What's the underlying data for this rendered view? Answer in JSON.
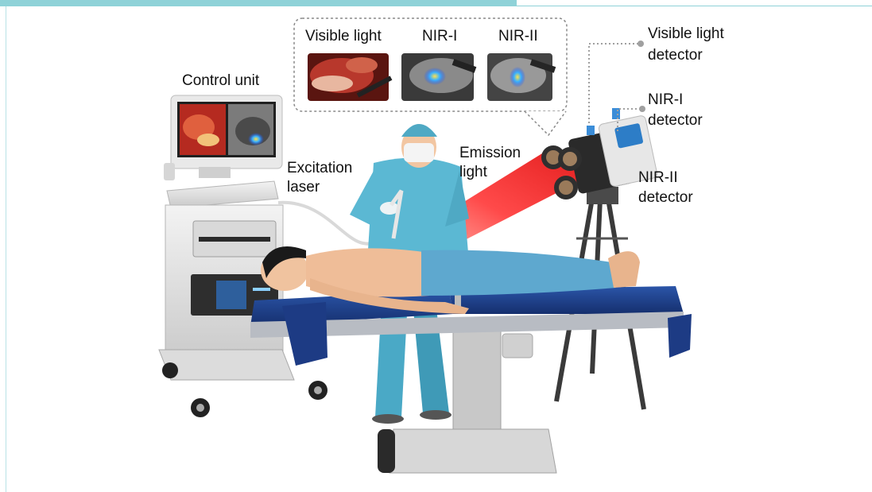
{
  "labels": {
    "control_unit": "Control unit",
    "excitation_line1": "Excitation",
    "excitation_line2": "laser",
    "emission_line1": "Emission",
    "emission_line2": "light",
    "visible_detector_line1": "Visible light",
    "visible_detector_line2": "detector",
    "nir1_detector_line1": "NIR-I",
    "nir1_detector_line2": "detector",
    "nir2_detector_line1": "NIR-II",
    "nir2_detector_line2": "detector"
  },
  "inset": {
    "panels": [
      {
        "label": "Visible light"
      },
      {
        "label": "NIR-I"
      },
      {
        "label": "NIR-II"
      }
    ]
  },
  "colors": {
    "accent_bar": "#8fd2d8",
    "scrubs": "#5bb8d3",
    "table_pad": "#1f3f8a",
    "emission_beam": "#ff2a2a",
    "connector": "#a0a0a0"
  }
}
